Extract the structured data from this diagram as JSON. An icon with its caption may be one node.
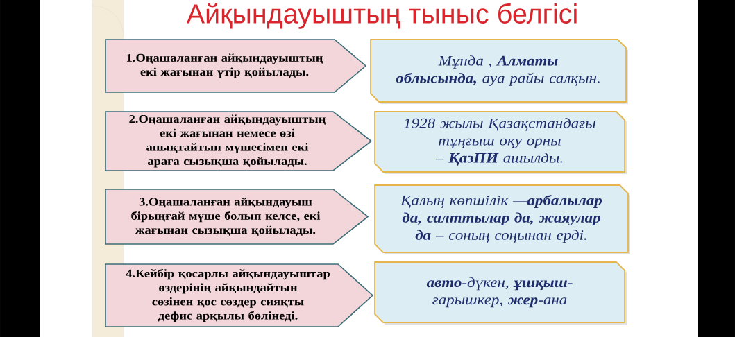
{
  "diagram": {
    "title": "Айқындауыштың тыныс белгісі",
    "nodes": [
      {
        "text": [
          "1.Оңашаланған айқындауыштың екі жағынан үтір қойылады."
        ]
      },
      {
        "text": [
          "Мұнда , **Алматы облысында,** ауа райы салқын."
        ]
      },
      {
        "text": [
          "2.Оңашаланған айқындауыштың екі жағынан немесе өзі анықтайтын мүшесімен екі араға сызықша қойылады."
        ]
      },
      {
        "text": [
          "1928 жылы Қазақстандағы тұңғыш оқу орны – **ҚазПИ** ашылды."
        ]
      },
      {
        "text": [
          "3.Оңашаланған айқындауыш бірыңғай мүше болып келсе, екі жағынан сызықша қойылады."
        ]
      },
      {
        "text": [
          "Қалың көпшілік —**арбалылар да, салттылар да, жаяулар да** – соның соңынан ерді."
        ]
      },
      {
        "text": [
          "4.Кейбір қосарлы айқындауыштар өздерінің айқындайтын сөзінен қос сөздер сияқты дефис арқылы бөлінеді."
        ]
      },
      {
        "text": [
          "**авто**-дүкен, **ұшқыш**-ғарышкер, **жер**-ана"
        ]
      }
    ]
  }
}
